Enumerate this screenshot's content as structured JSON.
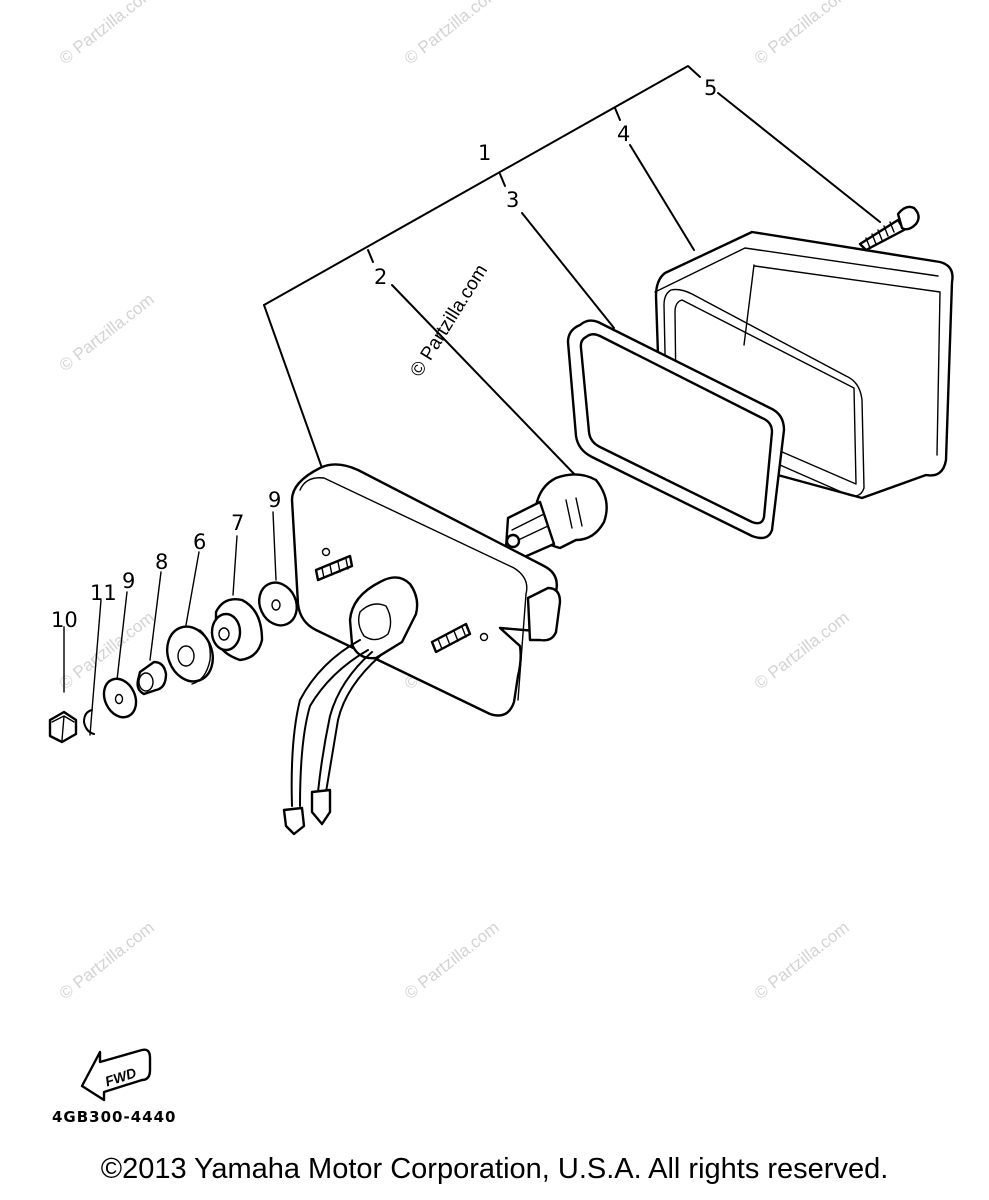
{
  "callouts": {
    "c1": "1",
    "c2": "2",
    "c3": "3",
    "c4": "4",
    "c5": "5",
    "c6": "6",
    "c7": "7",
    "c8": "8",
    "c9a": "9",
    "c9b": "9",
    "c10": "10",
    "c11": "11"
  },
  "fwd_label": "FWD",
  "diagram_code": "4GB300-4440",
  "copyright": "©2013 Yamaha Motor Corporation, U.S.A. All rights reserved.",
  "watermark": "© Partzilla.com"
}
